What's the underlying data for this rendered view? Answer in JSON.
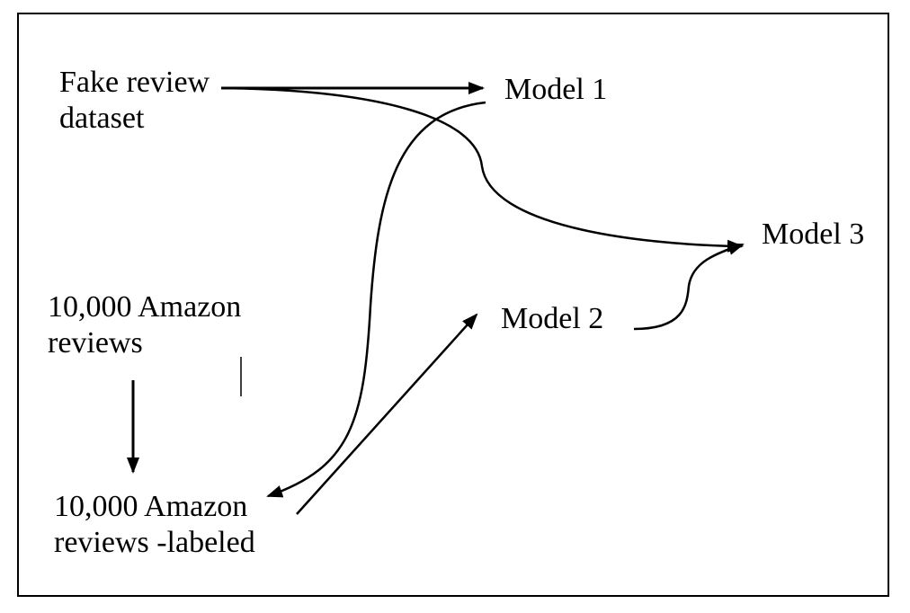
{
  "diagram": {
    "nodes": {
      "fake_review_dataset": {
        "line1": "Fake review",
        "line2": "dataset"
      },
      "amazon_reviews": {
        "line1": "10,000 Amazon",
        "line2": "reviews"
      },
      "amazon_reviews_labeled": {
        "line1": "10,000 Amazon",
        "line2": "reviews -labeled"
      },
      "model_1": {
        "label": "Model 1"
      },
      "model_2": {
        "label": "Model 2"
      },
      "model_3": {
        "label": "Model 3"
      }
    },
    "edges": [
      {
        "from": "Fake review dataset",
        "to": "Model 1"
      },
      {
        "from": "Fake review dataset",
        "to": "Model 3"
      },
      {
        "from": "Model 1",
        "to": "10,000 Amazon reviews -labeled"
      },
      {
        "from": "10,000 Amazon reviews",
        "to": "10,000 Amazon reviews -labeled"
      },
      {
        "from": "10,000 Amazon reviews -labeled",
        "to": "Model 2"
      },
      {
        "from": "Model 2",
        "to": "Model 3"
      }
    ],
    "colors": {
      "stroke": "#000000",
      "background": "#ffffff"
    }
  }
}
